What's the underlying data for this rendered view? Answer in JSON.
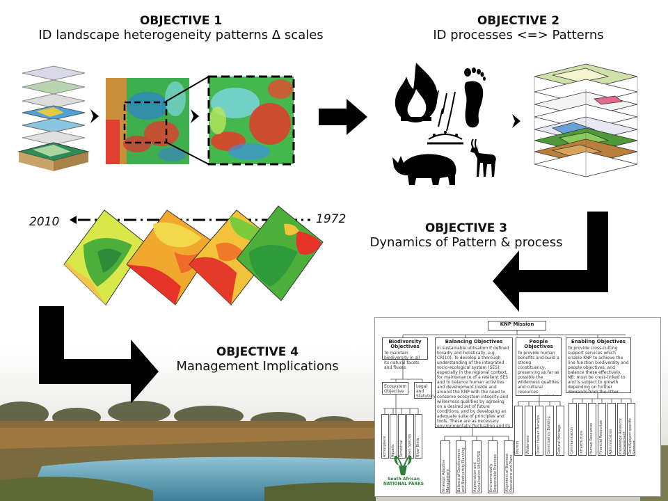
{
  "objectives": {
    "o1": {
      "title": "OBJECTIVE 1",
      "subtitle": "ID landscape heterogeneity patterns Δ scales"
    },
    "o2": {
      "title": "OBJECTIVE 2",
      "subtitle": "ID processes <=> Patterns"
    },
    "o3": {
      "title": "OBJECTIVE 3",
      "subtitle": "Dynamics of Pattern & process"
    },
    "o4": {
      "title": "OBJECTIVE 4",
      "subtitle": "Management Implications"
    }
  },
  "timeline": {
    "start": "2010",
    "end": "1972"
  },
  "knp": {
    "mission": "KNP Mission",
    "biodiversity": {
      "title": "Biodiversity Objectives",
      "text": "To maintain biodiversity in all its natural facets and fluxes."
    },
    "balancing": {
      "title": "Balancing Objectives",
      "text": "In sustainable utilisation if defined broadly and holistically, e.g. CR(10). To develop a thorough understanding of the integrated socio-ecological system (SES), especially in the regional context, for maintenance of a resilient SES and to balance human activities and development inside and around the KNP with the need to conserve ecosystem integrity and wilderness qualities by agreeing on a desired set of future conditions, and by developing an adequate suite of principles and tools. These are as necessary environmentally fluctuating and its realistic but aspirational."
    },
    "people": {
      "title": "People Objectives",
      "text": "To provide human benefits and build a strong constituency, preserving as far as possible the wilderness qualities and cultural resources associated with the KNP."
    },
    "enabling": {
      "title": "Enabling Objectives",
      "text": "To provide cross-cutting support services which enable KNP to achieve the line function biodiversity and people objectives, and balance these effectively. NB: must be cross-linked to and is subject to growth depending on further demands from the other three objectives."
    },
    "ecosystem": "Ecosystem Objective",
    "legal": "Legal and Statutory",
    "bio_items": [
      "Atmosphere",
      "Aquatic",
      "Terrestrial",
      "Alien Species",
      "River Biota"
    ],
    "bal_items": [
      "Strategic Adaptive Management",
      "Balance of Development and Biodiversity Planning",
      "Appreciation and Socialisation SES/DPSIR Framework",
      "Environmentally Responsible Practices",
      "Alignment of Business Operations and Plans"
    ],
    "people_items": [
      "Tourism",
      "Wilderness",
      "Direct Human Benefits",
      "Constituency Building",
      "Cultural Heritage"
    ],
    "enabling_items": [
      "Communication",
      "Infrastructure",
      "Human Resources",
      "Financial Resources",
      "Administration",
      "Knowledge Resource Management",
      "Core/Subject specific Support"
    ],
    "logo_line1": "South African",
    "logo_line2": "NATIONAL PARKS"
  },
  "colors": {
    "arrow": "#000000",
    "water": "#5f9fb8"
  }
}
